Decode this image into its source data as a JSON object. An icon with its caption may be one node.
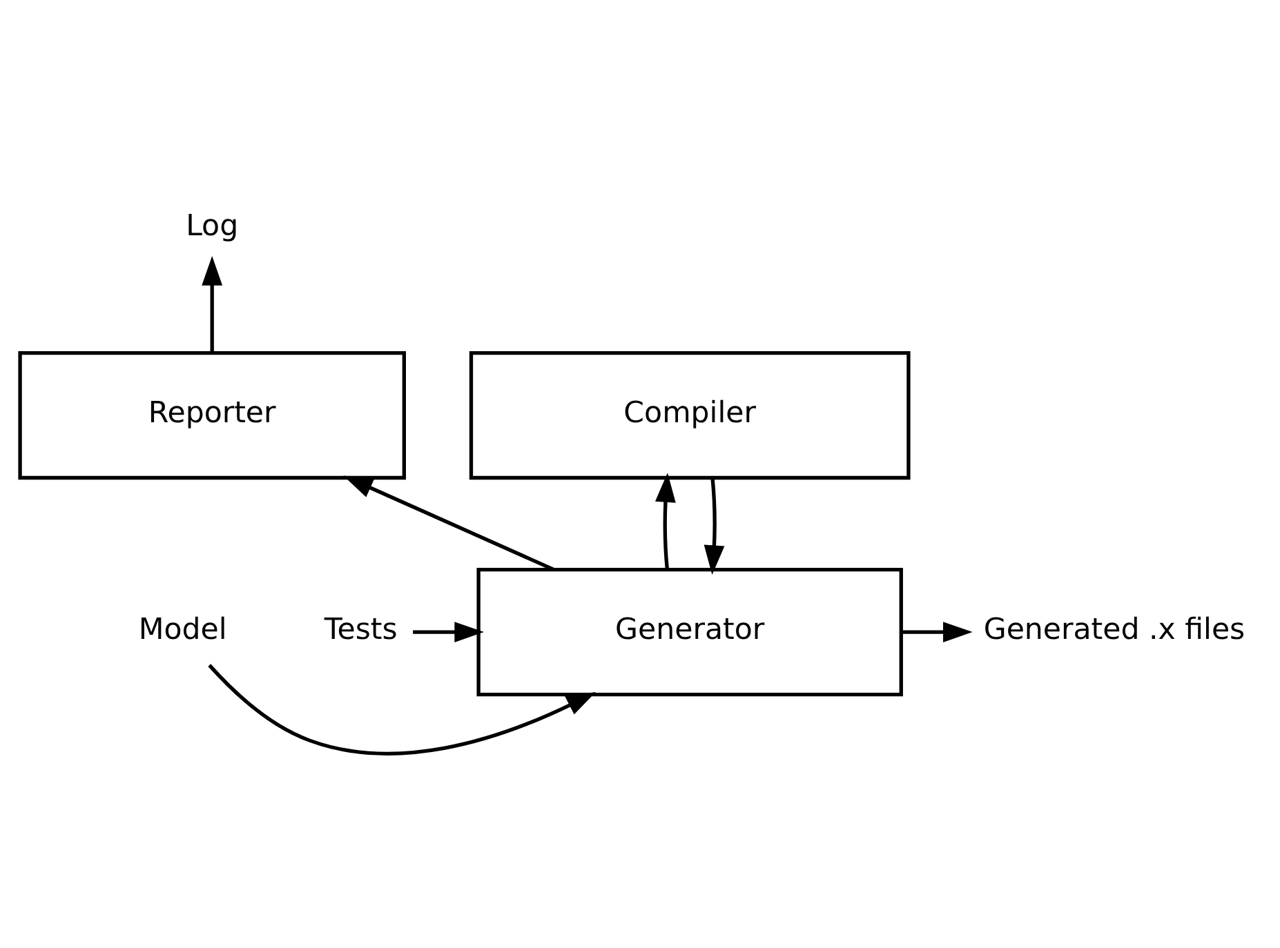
{
  "diagram": {
    "nodes": [
      {
        "text": [
          "Log"
        ]
      },
      {
        "text": [
          "Reporter"
        ]
      },
      {
        "text": [
          "Model"
        ]
      },
      {
        "text": [
          "Tests"
        ]
      },
      {
        "text": [
          "Generator"
        ]
      },
      {
        "text": [
          "Generated .x files"
        ]
      },
      {
        "text": [
          "Compiler"
        ]
      }
    ],
    "edges": [
      {
        "from": 1,
        "to": 0,
        "arrow": "to"
      },
      {
        "from": 4,
        "to": 1,
        "arrow": "to"
      },
      {
        "from": 2,
        "to": 4,
        "arrow": "to"
      },
      {
        "from": 3,
        "to": 4,
        "arrow": "to"
      },
      {
        "from": 4,
        "to": 5,
        "arrow": "to"
      },
      {
        "from": 6,
        "to": 4,
        "arrow": "to"
      },
      {
        "from": 4,
        "to": 6,
        "arrow": "to"
      }
    ]
  }
}
